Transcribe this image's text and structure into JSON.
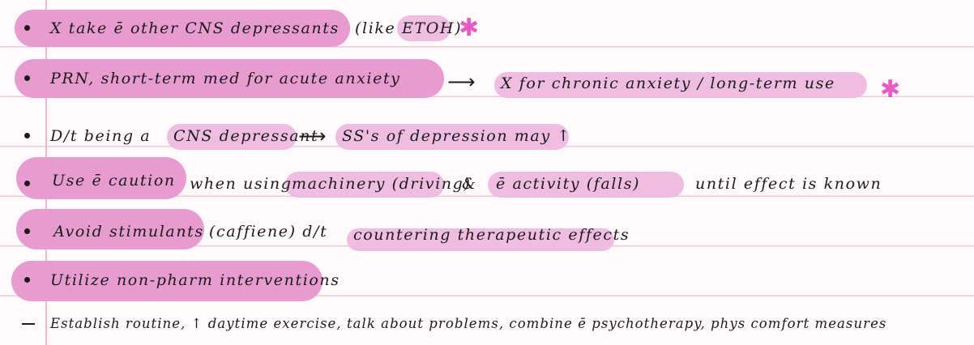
{
  "notes": {
    "l1": {
      "a": "X take ē other CNS depressants",
      "b": "(like",
      "c": "ETOH)"
    },
    "l2": {
      "a": "PRN, short-term med for acute anxiety",
      "b": "X for chronic anxiety / long-term use"
    },
    "l3": {
      "a": "D/t being a",
      "b": "CNS depressant",
      "c": "SS's of depression may ↑"
    },
    "l4": {
      "a": "Use ē caution",
      "b": "when using",
      "c": "machinery (driving)",
      "d": "&",
      "e": "ē activity (falls)",
      "f": "until effect is known"
    },
    "l5": {
      "a": "Avoid stimulants",
      "b": "(caffiene) d/t",
      "c": "countering therapeutic effects"
    },
    "l6": {
      "a": "Utilize non-pharm interventions"
    },
    "l7": {
      "a": "Establish routine, ↑ daytime exercise, talk about problems, combine ē psychotherapy, phys comfort measures"
    }
  },
  "colors": {
    "highlight_strong": "#e79bd0",
    "highlight_light": "#efbde1",
    "star": "#e85bc5"
  },
  "icons": {
    "bullet": "bullet-dot",
    "dash": "dash-marker",
    "arrow": "right-arrow-icon",
    "star": "asterisk-icon"
  }
}
